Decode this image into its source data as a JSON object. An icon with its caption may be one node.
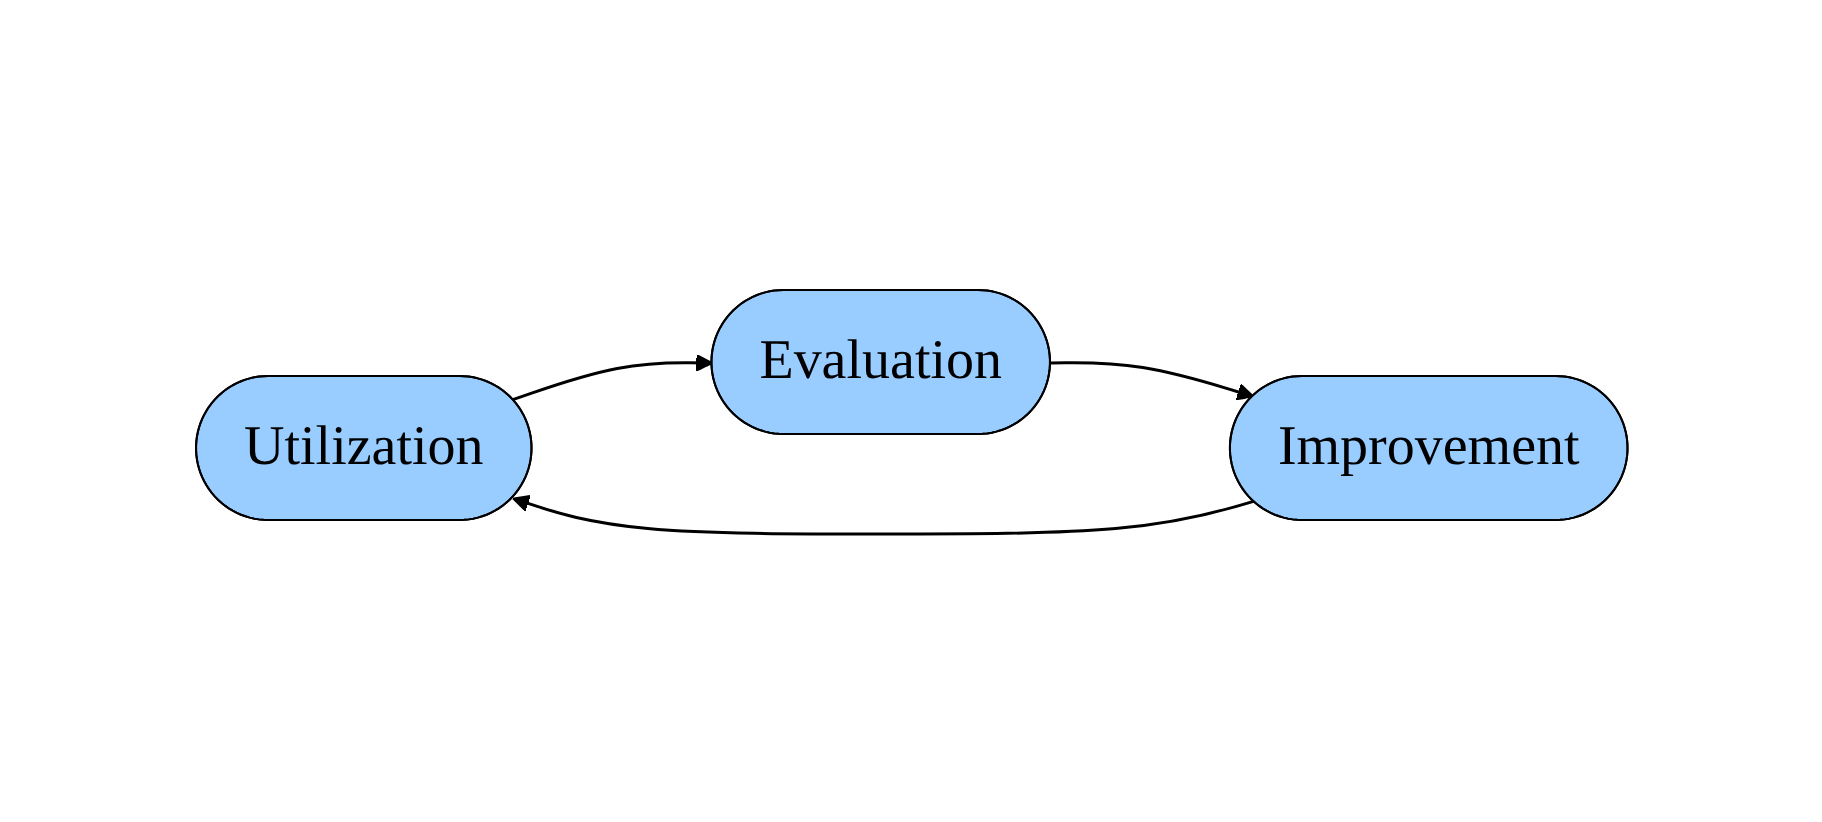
{
  "diagram": {
    "nodes": [
      {
        "text": [
          "Utilization"
        ]
      },
      {
        "text": [
          "Evaluation"
        ]
      },
      {
        "text": [
          "Improvement"
        ]
      }
    ],
    "edges": [
      {
        "from": 2,
        "to": 0,
        "arrow": "to"
      },
      {
        "from": 0,
        "to": 1,
        "arrow": "to"
      },
      {
        "from": 1,
        "to": 2,
        "arrow": "to"
      }
    ]
  }
}
